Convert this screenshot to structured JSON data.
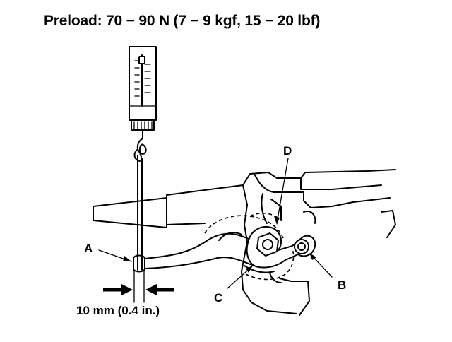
{
  "title": "Preload: 70 − 90 N (7 − 9 kgf, 15 − 20 lbf)",
  "callouts": {
    "a": "A",
    "b": "B",
    "c": "C",
    "d": "D"
  },
  "measurement": "10 mm (0.4 in.)",
  "icons": {
    "spring_scale": "spring-scale-icon",
    "measurement_arrows": "inward-arrows-icon"
  }
}
